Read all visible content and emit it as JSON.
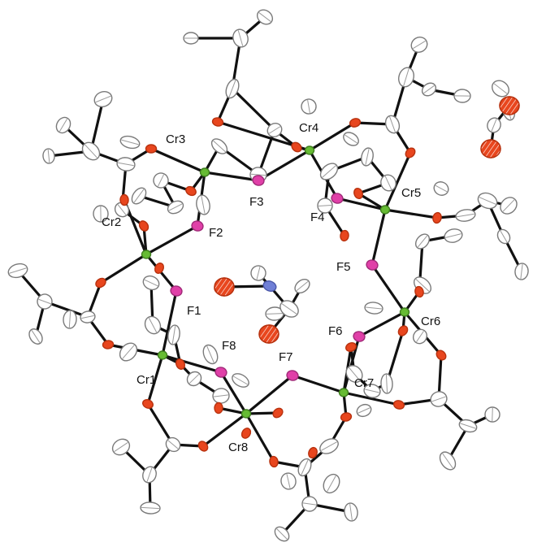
{
  "colors": {
    "bond": "#111111",
    "chromium": "#66bb33",
    "fluorine": "#e040a8",
    "oxygen": "#e8461e",
    "nitrogen": "#6f7fd6",
    "carbon_fill": "#ffffff",
    "carbon_stroke": "#7a7a7a"
  },
  "labels": {
    "cr1": "Cr1",
    "cr2": "Cr2",
    "cr3": "Cr3",
    "cr4": "Cr4",
    "cr5": "Cr5",
    "cr6": "Cr6",
    "cr7": "Cr7",
    "cr8": "Cr8",
    "f1": "F1",
    "f2": "F2",
    "f3": "F3",
    "f4": "F4",
    "f5": "F5",
    "f6": "F6",
    "f7": "F7",
    "f8": "F8"
  }
}
